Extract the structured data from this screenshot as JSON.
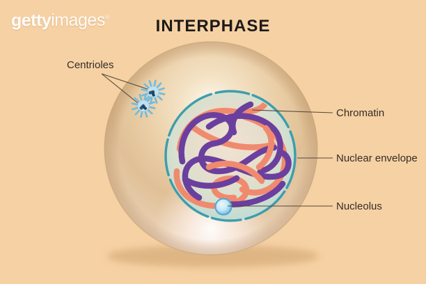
{
  "watermark": {
    "brand_bold": "getty",
    "brand_light": "images",
    "registered": "®"
  },
  "header": {
    "title": "INTERPHASE"
  },
  "diagram": {
    "subject": "cell in interphase",
    "labels": [
      {
        "id": "centrioles",
        "text": "Centrioles"
      },
      {
        "id": "chromatin",
        "text": "Chromatin"
      },
      {
        "id": "nuclear_envelope",
        "text": "Nuclear envelope"
      },
      {
        "id": "nucleolus",
        "text": "Nucleolus"
      }
    ]
  },
  "colors": {
    "background": "#F6D1A3",
    "cell_body_tan": "#E3C49C",
    "cell_highlight": "#FDFAF2",
    "cell_bottom_glow": "#FBEFE8",
    "nucleus_fill_teal": "#C4DED2",
    "nuclear_envelope_teal": "#3D9DAD",
    "chromatin_purple": "#6B3F9E",
    "chromatin_salmon": "#F08A6E",
    "nucleolus_blue": "#4FA8D8",
    "centriole_blue": "#6FBBDF",
    "centriole_core_navy": "#26587E",
    "leader_line": "#55483A",
    "label_text": "#332E28",
    "title_text": "#1C1A18"
  }
}
